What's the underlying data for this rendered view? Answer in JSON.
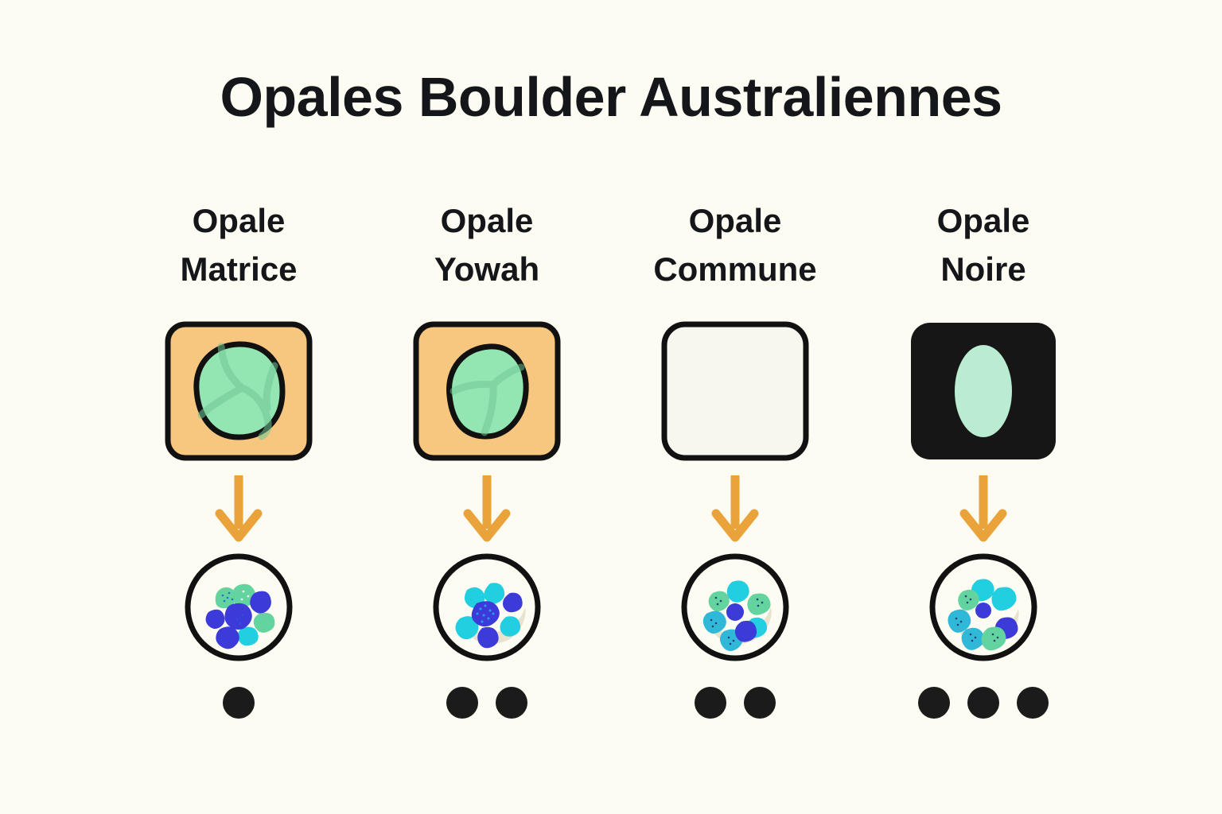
{
  "page": {
    "title": "Opales Boulder Australiennes",
    "background_color": "#fdfcf3",
    "title_color": "#15161a"
  },
  "palette": {
    "ironstone_orange": "#f7c67f",
    "opal_green": "#93e5b2",
    "common_white": "#f7f6ef",
    "black": "#161616",
    "arrow_orange": "#e9a33a",
    "blob_blue": "#3c3ad8",
    "blob_cyan": "#22cfe0",
    "blob_teal": "#2fb8d8",
    "blob_green": "#63d3a0",
    "beige_shade": "#e8e2cf",
    "outline": "#111111"
  },
  "columns": [
    {
      "label_line1": "Opale",
      "label_line2": "Matrice",
      "specimen": {
        "host_fill": "#f7c67f",
        "inclusion_fill": "#93e5b2",
        "inclusion_shape": "large-round-blob",
        "veins": true
      },
      "arrow": {
        "direction": "down",
        "color": "#e9a33a"
      },
      "sample": {
        "shade": false,
        "center_dot": false,
        "blobs": [
          {
            "color": "#63d3a0",
            "speckled": true
          },
          {
            "color": "#63d3a0",
            "speckled": true
          },
          {
            "color": "#3c3ad8",
            "speckled": false
          },
          {
            "color": "#63d3a0",
            "speckled": false
          },
          {
            "color": "#22cfe0",
            "speckled": false
          },
          {
            "color": "#3c3ad8",
            "speckled": false
          },
          {
            "color": "#3c3ad8",
            "speckled": false
          },
          {
            "color": "#3c3ad8",
            "speckled": true
          }
        ]
      },
      "rating_dots": 1
    },
    {
      "label_line1": "Opale",
      "label_line2": "Yowah",
      "specimen": {
        "host_fill": "#f7c67f",
        "inclusion_fill": "#93e5b2",
        "inclusion_shape": "oval-blob",
        "veins": true
      },
      "arrow": {
        "direction": "down",
        "color": "#e9a33a"
      },
      "sample": {
        "shade": true,
        "center_dot": false,
        "blobs": [
          {
            "color": "#22cfe0",
            "speckled": false
          },
          {
            "color": "#22cfe0",
            "speckled": false
          },
          {
            "color": "#3c3ad8",
            "speckled": false
          },
          {
            "color": "#22cfe0",
            "speckled": false
          },
          {
            "color": "#22cfe0",
            "speckled": false
          },
          {
            "color": "#3c3ad8",
            "speckled": false
          },
          {
            "color": "#3c3ad8",
            "speckled": false
          },
          {
            "color": "#3c3ad8",
            "speckled": true
          }
        ]
      },
      "rating_dots": 2
    },
    {
      "label_line1": "Opale",
      "label_line2": "Commune",
      "specimen": {
        "host_fill": "#f7f6ef",
        "inclusion_fill": null,
        "inclusion_shape": "none",
        "veins": false
      },
      "arrow": {
        "direction": "down",
        "color": "#e9a33a"
      },
      "sample": {
        "shade": true,
        "center_dot": true,
        "blobs": [
          {
            "color": "#22cfe0",
            "speckled": false
          },
          {
            "color": "#63d3a0",
            "speckled": true
          },
          {
            "color": "#63d3a0",
            "speckled": true
          },
          {
            "color": "#2fb8d8",
            "speckled": true
          },
          {
            "color": "#22cfe0",
            "speckled": false
          },
          {
            "color": "#2fb8d8",
            "speckled": true
          },
          {
            "color": "#3c3ad8",
            "speckled": false
          }
        ]
      },
      "rating_dots": 2
    },
    {
      "label_line1": "Opale",
      "label_line2": "Noire",
      "specimen": {
        "host_fill": "#161616",
        "inclusion_fill": "#b9ecd0",
        "inclusion_shape": "vertical-oval",
        "veins": false
      },
      "arrow": {
        "direction": "down",
        "color": "#e9a33a"
      },
      "sample": {
        "shade": true,
        "center_dot": true,
        "blobs": [
          {
            "color": "#22cfe0",
            "speckled": false
          },
          {
            "color": "#22cfe0",
            "speckled": false
          },
          {
            "color": "#63d3a0",
            "speckled": true
          },
          {
            "color": "#3c3ad8",
            "speckled": false
          },
          {
            "color": "#2fb8d8",
            "speckled": true
          },
          {
            "color": "#2fb8d8",
            "speckled": true
          },
          {
            "color": "#63d3a0",
            "speckled": true
          }
        ]
      },
      "rating_dots": 3
    }
  ]
}
